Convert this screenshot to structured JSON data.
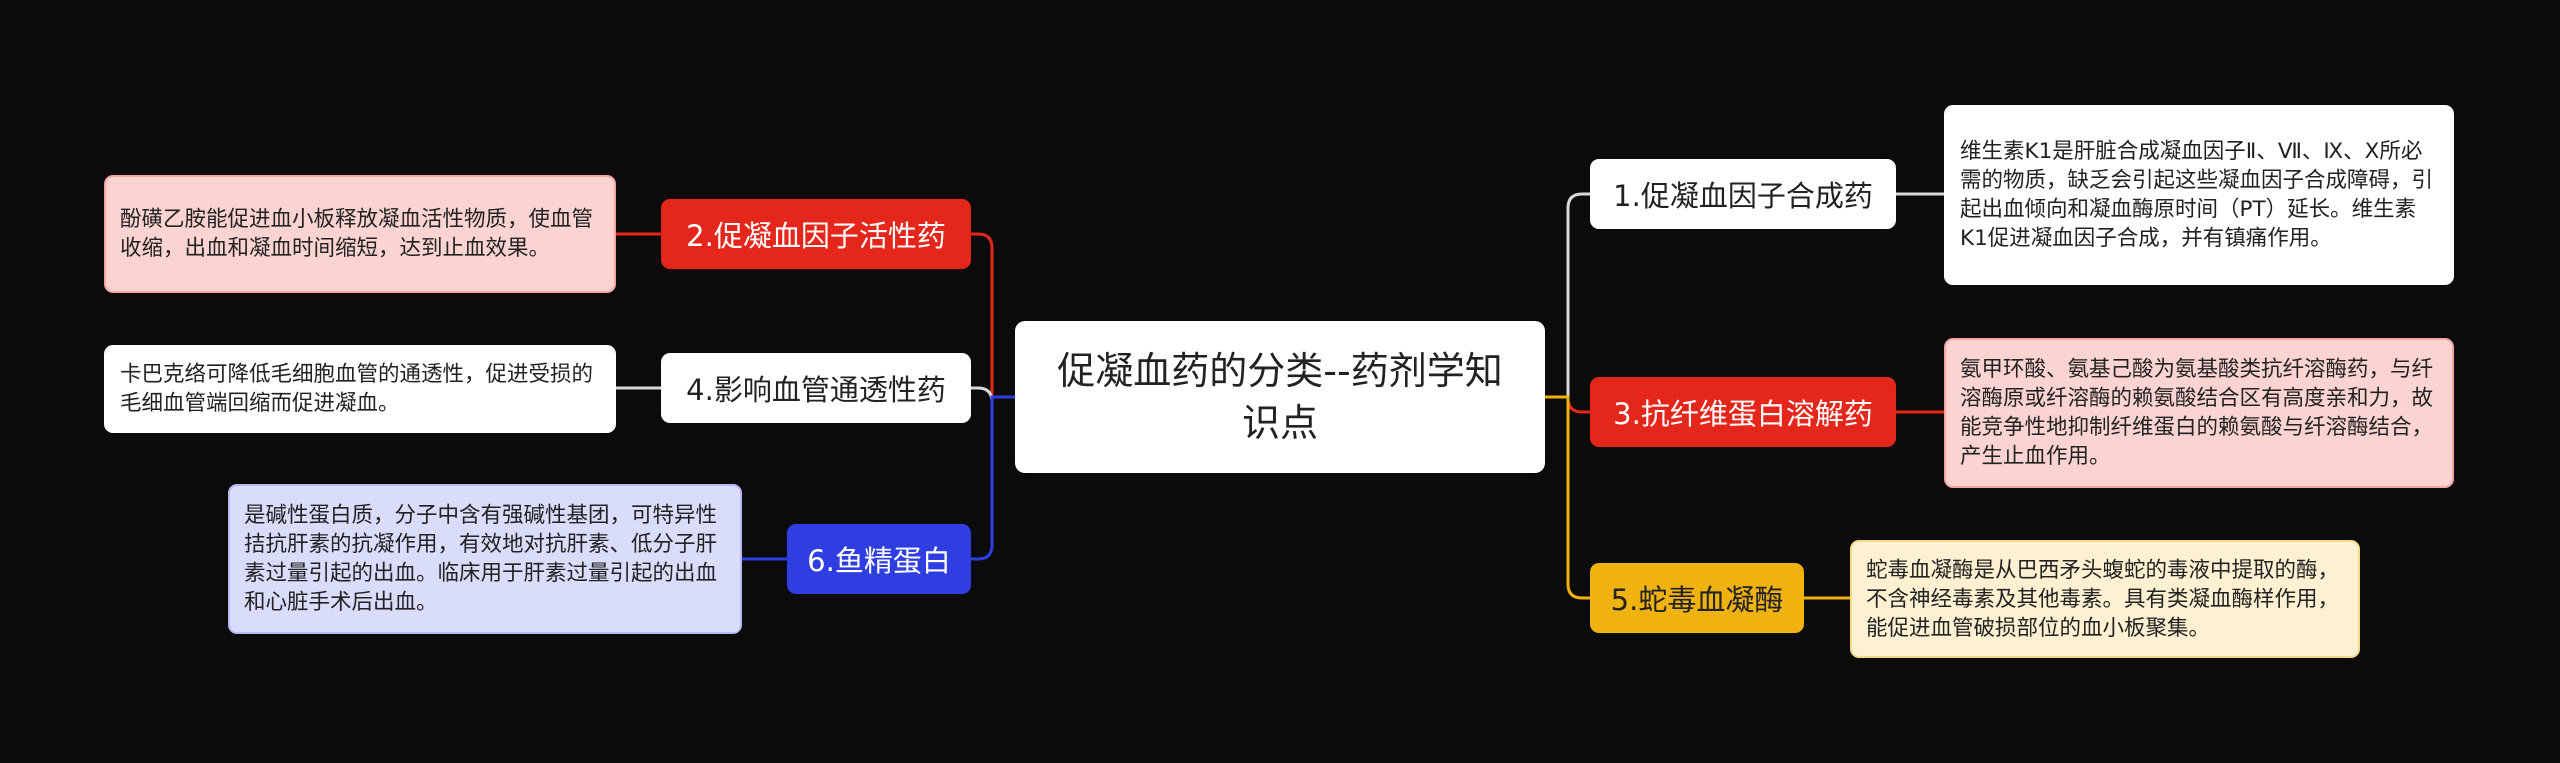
{
  "center": {
    "title": "促凝血药的分类--药剂学知识点"
  },
  "branches": [
    {
      "label": "1.促凝血因子合成药",
      "color": "#ffffff",
      "detail": "维生素K1是肝脏合成凝血因子Ⅱ、Ⅶ、Ⅸ、Ⅹ所必需的物质，缺乏会引起这些凝血因子合成障碍，引起出血倾向和凝血酶原时间（PT）延长。维生素K1促进凝血因子合成，并有镇痛作用。"
    },
    {
      "label": "3.抗纤维蛋白溶解药",
      "color": "#e4261b",
      "detail": "氨甲环酸、氨基己酸为氨基酸类抗纤溶酶药，与纤溶酶原或纤溶酶的赖氨酸结合区有高度亲和力，故能竞争性地抑制纤维蛋白的赖氨酸与纤溶酶结合，产生止血作用。"
    },
    {
      "label": "5.蛇毒血凝酶",
      "color": "#f0b20f",
      "detail": "蛇毒血凝酶是从巴西矛头蝮蛇的毒液中提取的酶，不含神经毒素及其他毒素。具有类凝血酶样作用，能促进血管破损部位的血小板聚集。"
    },
    {
      "label": "2.促凝血因子活性药",
      "color": "#e4261b",
      "detail": "酚磺乙胺能促进血小板释放凝血活性物质，使血管收缩，出血和凝血时间缩短，达到止血效果。"
    },
    {
      "label": "4.影响血管通透性药",
      "color": "#ffffff",
      "detail": "卡巴克络可降低毛细胞血管的通透性，促进受损的毛细血管端回缩而促进凝血。"
    },
    {
      "label": "6.鱼精蛋白",
      "color": "#2f3ee0",
      "detail": "是碱性蛋白质，分子中含有强碱性基团，可特异性拮抗肝素的抗凝作用，有效地对抗肝素、低分子肝素过量引起的出血。临床用于肝素过量引起的出血和心脏手术后出血。"
    }
  ]
}
